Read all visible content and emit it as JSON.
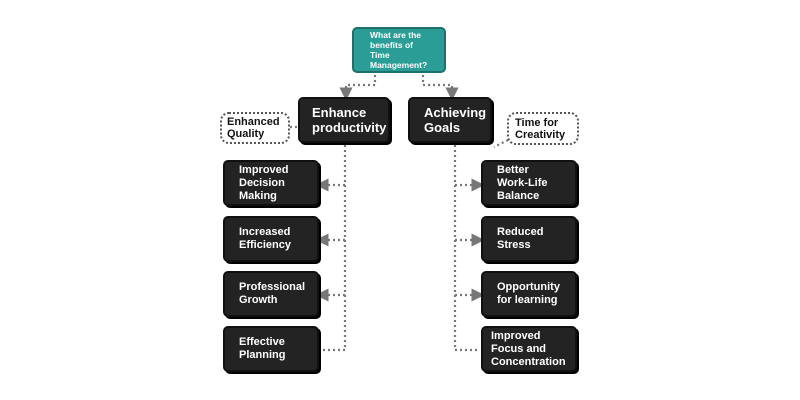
{
  "root": {
    "label": "What are the\nbenefits of\nTime\nManagement?"
  },
  "left_branch": {
    "label": "Enhance\nproductivity",
    "note": "Enhanced\nQuality",
    "items": [
      "Improved\nDecision\nMaking",
      "Increased\nEfficiency",
      "Professional\nGrowth",
      "Effective\nPlanning"
    ]
  },
  "right_branch": {
    "label": "Achieving\nGoals",
    "note": "Time for\nCreativity",
    "items": [
      "Better\nWork-Life\nBalance",
      "Reduced\nStress",
      "Opportunity\nfor learning",
      "Improved\nFocus and\nConcentration"
    ]
  },
  "colors": {
    "root_fill": "#2a9d97",
    "box_fill": "#232323",
    "connector": "#777777"
  }
}
